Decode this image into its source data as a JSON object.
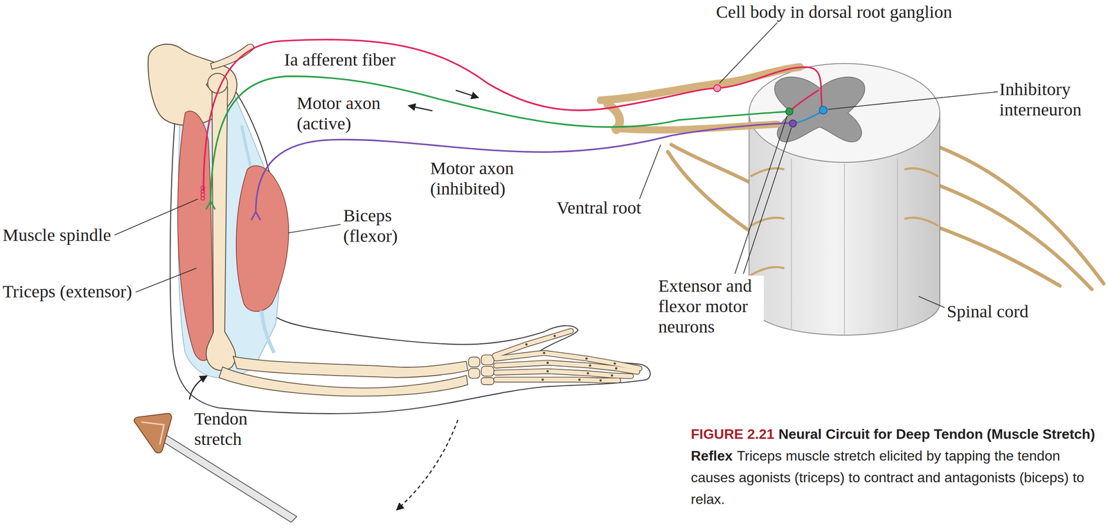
{
  "diagram": {
    "title": "Neural Circuit for Deep Tendon (Muscle Stretch) Reflex",
    "caption": "Triceps muscle stretch elicited by tapping the tendon causes agonists (triceps) to contract and antagonists (biceps) to relax.",
    "labels": [
      "FIGURE 2.21",
      "Cell body in dorsal root ganglion",
      "Ia afferent fiber",
      "Motor axon (active)",
      "Inhibitory interneuron",
      "Motor axon (inhibited)",
      "Ventral root",
      "Muscle spindle",
      "Biceps (flexor)",
      "Triceps (extensor)",
      "Extensor and flexor motor neurons",
      "Spinal cord",
      "Tendon stretch"
    ]
  }
}
